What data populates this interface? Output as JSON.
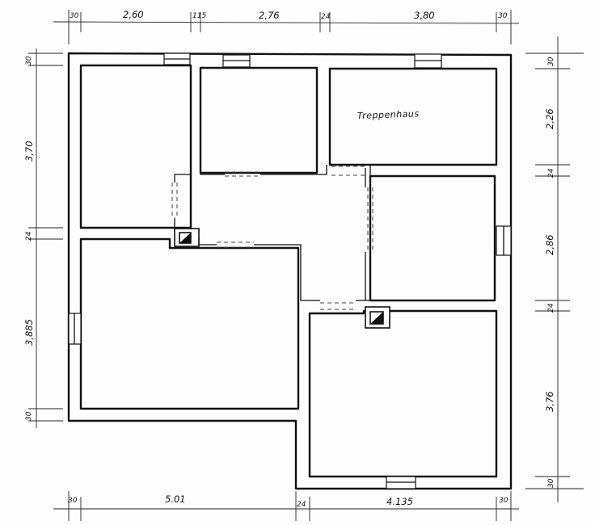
{
  "rooms": {
    "stairwell_label": "Treppenhaus"
  },
  "dimensions": {
    "top": [
      "30",
      "2,60",
      "115",
      "2,76",
      "24",
      "3,80",
      "30"
    ],
    "bottom": [
      "30",
      "5.01",
      "24",
      "4.135",
      "30"
    ],
    "left": [
      "30",
      "3,70",
      "24",
      "3,885",
      "30"
    ],
    "right": [
      "30",
      "2,26",
      "24",
      "2,86",
      "24",
      "3,76",
      "30"
    ]
  }
}
